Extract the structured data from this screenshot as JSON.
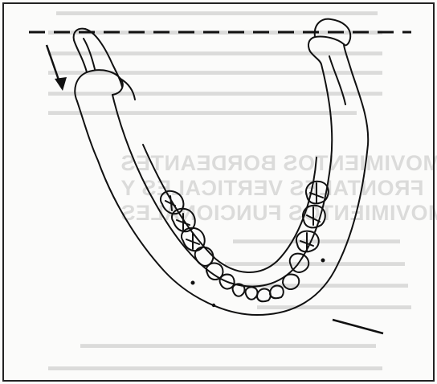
{
  "figure": {
    "subject": "mandible-occlusal-view",
    "indicators": [
      "dashed-reference-line",
      "downward-arrow",
      "pointer-line"
    ]
  },
  "showthrough": {
    "heading_lines": [
      "MOVIMIENTOS BORDEANTES",
      "FRONTALES VERTICALES Y",
      "MOVIMIENTOS FUNCIONALES"
    ]
  }
}
